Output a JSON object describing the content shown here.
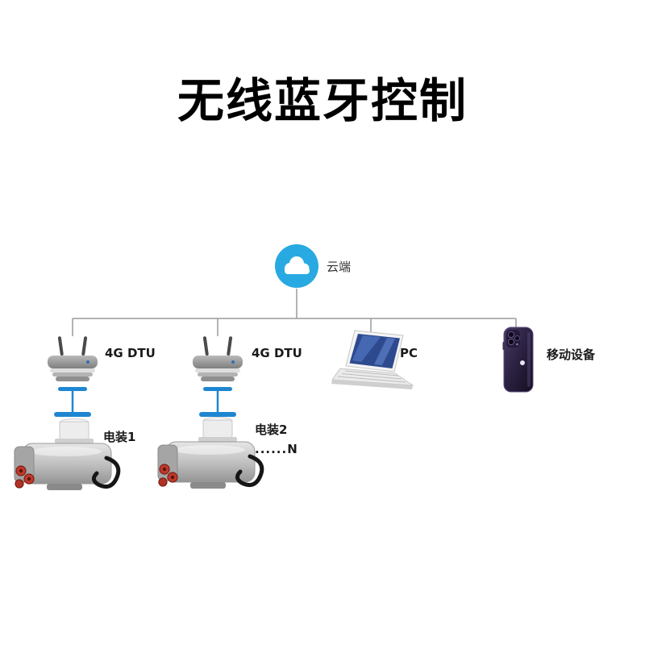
{
  "title": "无线蓝牙控制",
  "diagram": {
    "cloud": {
      "label": "云端"
    },
    "dtu1": {
      "label": "4G DTU"
    },
    "dtu2": {
      "label": "4G DTU"
    },
    "pc": {
      "label": "PC"
    },
    "mobile": {
      "label": "移动设备"
    },
    "actuator1": {
      "label": "电装1"
    },
    "actuator2": {
      "label": "电装2"
    },
    "more": "......N"
  },
  "colors": {
    "cloud_blue": "#29a9e1",
    "link_blue": "#1f86d1",
    "line_gray": "#9b9b9b",
    "title_black": "#000000"
  }
}
